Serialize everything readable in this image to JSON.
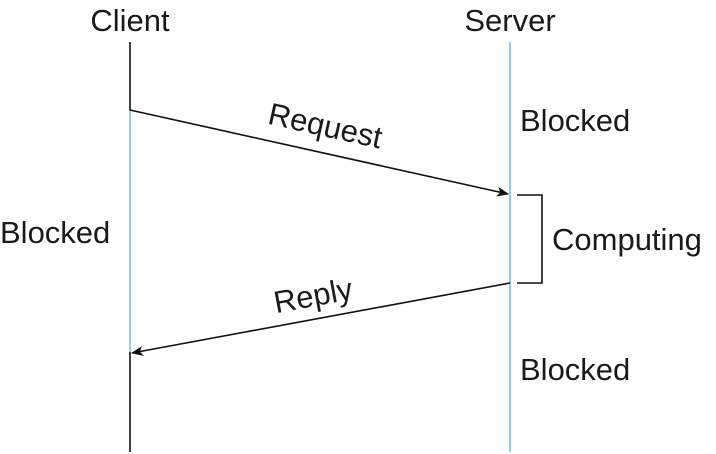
{
  "participants": {
    "client": "Client",
    "server": "Server"
  },
  "messages": {
    "request": "Request",
    "reply": "Reply"
  },
  "states": {
    "client_blocked": "Blocked",
    "server_blocked_top": "Blocked",
    "server_computing": "Computing",
    "server_blocked_bottom": "Blocked"
  },
  "colors": {
    "lifeline_active": "#7fbfd8",
    "lifeline": "#111111",
    "ink": "#1a1a1a"
  }
}
